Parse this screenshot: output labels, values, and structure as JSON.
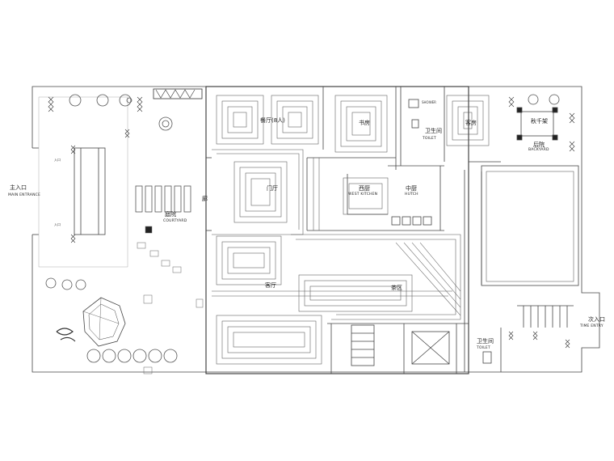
{
  "plan": {
    "main_entrance": {
      "cn": "主入口",
      "en": "MAIN ENTRANCE"
    },
    "side_entry": {
      "cn": "次入口",
      "en": "TIME ENTRY"
    },
    "entry_markers": [
      "入口",
      "入口"
    ],
    "rooms": {
      "courtyard": {
        "cn": "庭院",
        "en": "COURTYARD"
      },
      "dining": {
        "cn": "餐厅(8人)"
      },
      "study": {
        "cn": "书房"
      },
      "shower": {
        "cn": "SHOWER"
      },
      "bath_top": {
        "cn": "卫生间",
        "en": "TOILET"
      },
      "guest_room": {
        "cn": "客房"
      },
      "swing": {
        "cn": "秋千架"
      },
      "backyard": {
        "cn": "后院",
        "en": "BACKYARD"
      },
      "foyer": {
        "cn": "门厅"
      },
      "west_kitchen": {
        "cn": "西厨",
        "en": "WEST KITCHEN"
      },
      "hutch": {
        "cn": "中厨",
        "en": "HUTCH"
      },
      "living": {
        "cn": "客厅"
      },
      "tea_area": {
        "cn": "茶区"
      },
      "toilet_bottom": {
        "cn": "卫生间",
        "en": "TOILET"
      },
      "corridor_mark": {
        "cn": "廊"
      }
    }
  }
}
